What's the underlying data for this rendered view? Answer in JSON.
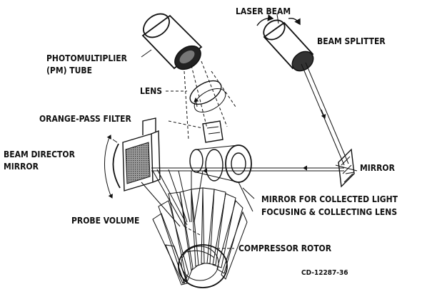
{
  "labels": {
    "laser_beam": "LASER BEAM",
    "beam_splitter": "BEAM SPLITTER",
    "photomultiplier_line1": "PHOTOMULTIPLIER",
    "photomultiplier_line2": "(PM) TUBE",
    "lens": "LENS",
    "orange_pass_filter": "ORANGE-PASS FILTER",
    "beam_director_line1": "BEAM DIRECTOR",
    "beam_director_line2": "MIRROR",
    "mirror": "MIRROR",
    "mirror_collected_light": "MIRROR FOR COLLECTED LIGHT",
    "focusing_collecting_lens": "FOCUSING & COLLECTING LENS",
    "probe_volume": "PROBE VOLUME",
    "compressor_rotor": "COMPRESSOR ROTOR"
  },
  "figure_code": "CD-12287-36"
}
